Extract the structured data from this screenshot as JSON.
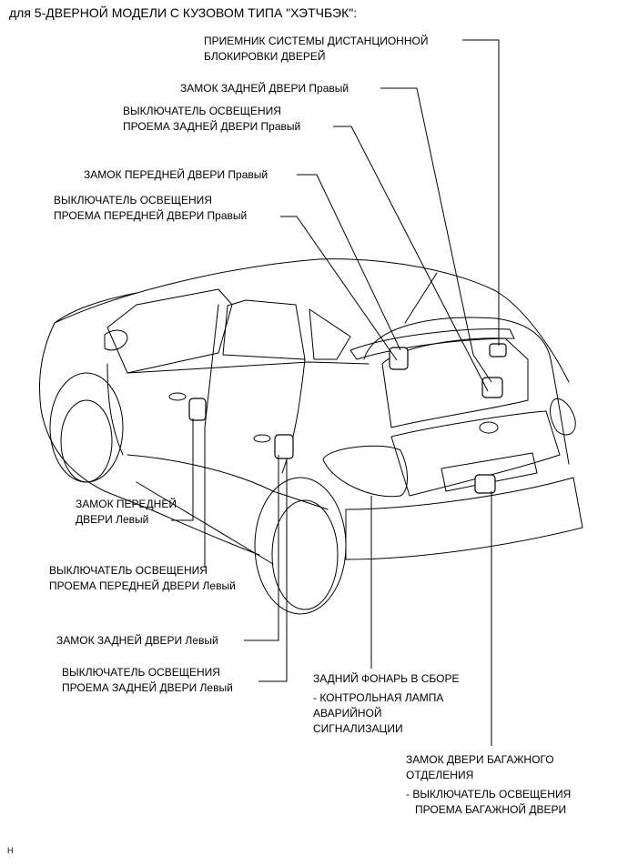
{
  "title": "для 5-ДВЕРНОЙ МОДЕЛИ С КУЗОВОМ ТИПА \"ХЭТЧБЭК\":",
  "footer_code": "H",
  "labels": {
    "receiver": [
      "ПРИЕМНИК СИСТЕМЫ ДИСТАНЦИОННОЙ",
      "БЛОКИРОВКИ ДВЕРЕЙ"
    ],
    "rear_door_lock_rh": [
      "ЗАМОК ЗАДНЕЙ ДВЕРИ  Правый"
    ],
    "rear_courtesy_rh": [
      "ВЫКЛЮЧАТЕЛЬ ОСВЕЩЕНИЯ",
      "ПРОЕМА ЗАДНЕЙ ДВЕРИ  Правый"
    ],
    "front_door_lock_rh": [
      "ЗАМОК ПЕРЕДНЕЙ ДВЕРИ  Правый"
    ],
    "front_courtesy_rh": [
      "ВЫКЛЮЧАТЕЛЬ ОСВЕЩЕНИЯ",
      "ПРОЕМА ПЕРЕДНЕЙ ДВЕРИ  Правый"
    ],
    "front_door_lock_lh": [
      "ЗАМОК ПЕРЕДНЕЙ",
      "ДВЕРИ  Левый"
    ],
    "front_courtesy_lh": [
      "ВЫКЛЮЧАТЕЛЬ ОСВЕЩЕНИЯ",
      "ПРОЕМА ПЕРЕДНЕЙ ДВЕРИ  Левый"
    ],
    "rear_door_lock_lh": [
      "ЗАМОК ЗАДНЕЙ ДВЕРИ  Левый"
    ],
    "rear_courtesy_lh": [
      "ВЫКЛЮЧАТЕЛЬ ОСВЕЩЕНИЯ",
      "ПРОЕМА ЗАДНЕЙ ДВЕРИ  Левый"
    ],
    "tail_lamp": [
      "ЗАДНИЙ ФОНАРЬ В СБОРЕ",
      "- КОНТРОЛЬНАЯ ЛАМПА",
      "АВАРИЙНОЙ",
      "СИГНАЛИЗАЦИИ"
    ],
    "back_door_lock": [
      "ЗАМОК ДВЕРИ БАГАЖНОГО",
      "ОТДЕЛЕНИЯ",
      "- ВЫКЛЮЧАТЕЛЬ ОСВЕЩЕНИЯ",
      "ПРОЕМА БАГАЖНОЙ ДВЕРИ"
    ]
  }
}
